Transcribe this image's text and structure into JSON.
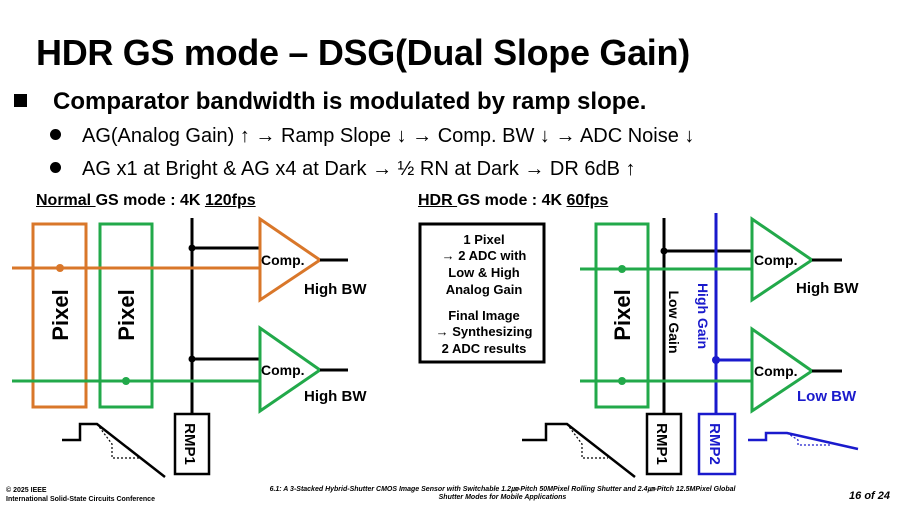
{
  "title": "HDR GS mode – DSG(Dual Slope Gain)",
  "main_bullet": "Comparator bandwidth is modulated by ramp slope.",
  "sub_bullets": [
    "AG(Analog Gain) ↑ → Ramp Slope ↓ → Comp. BW ↓ → ADC Noise ↓",
    "AG x1 at Bright & AG x4 at Dark → ½ RN at Dark → DR 6dB ↑"
  ],
  "left_section": {
    "w1": "Normal ",
    "w2": "GS mode : 4K ",
    "w3": "120fps"
  },
  "right_section": {
    "w1": "HDR ",
    "w2": "GS mode : 4K ",
    "w3": "60fps"
  },
  "diagram": {
    "pixel": "Pixel",
    "comp": "Comp.",
    "high_bw": "High BW",
    "low_bw": "Low BW",
    "rmp1": "RMP1",
    "rmp2": "RMP2",
    "low_gain": "Low Gain",
    "high_gain": "High Gain",
    "info_box": {
      "line1": "1 Pixel",
      "line2": "→ 2 ADC with",
      "line3": "Low & High",
      "line4": "Analog Gain",
      "line5": "Final Image",
      "line6": "→ Synthesizing",
      "line7": "2 ADC results"
    }
  },
  "colors": {
    "orange": "#D9772A",
    "green": "#22A94A",
    "blue": "#1A1ACC",
    "black": "#000000"
  },
  "footer": {
    "copyright": "© 2025 IEEE",
    "conference": "International Solid-State Circuits Conference",
    "paper_line1": "6.1: A 3-Stacked Hybrid-Shutter CMOS Image Sensor with Switchable 1.2㎛-Pitch 50MPixel Rolling Shutter and 2.4㎛-Pitch 12.5MPixel Global",
    "paper_line2": "Shutter Modes for Mobile Applications",
    "page": "16 of 24"
  }
}
